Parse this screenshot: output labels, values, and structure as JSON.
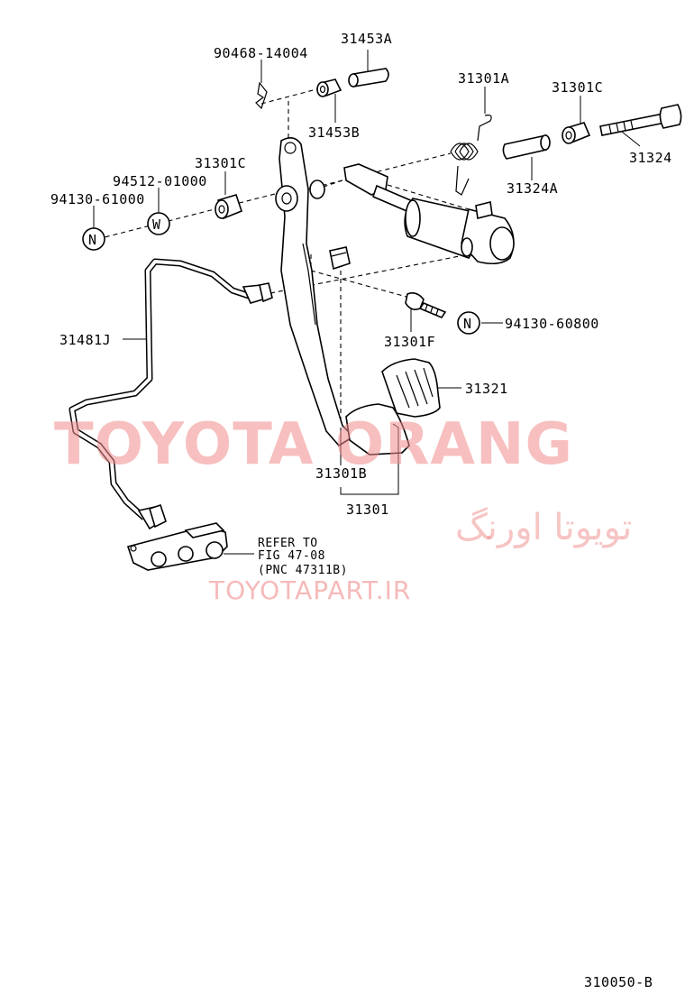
{
  "labels": {
    "p90468": "90468-14004",
    "p31453A": "31453A",
    "p31453B": "31453B",
    "p31301A": "31301A",
    "p31301C_top": "31301C",
    "p31324": "31324",
    "p31324A": "31324A",
    "p31301C_left": "31301C",
    "p94512": "94512-01000",
    "p94130_61000": "94130-61000",
    "p31481J": "31481J",
    "p94130_60800": "94130-60800",
    "p31301F": "31301F",
    "p31321": "31321",
    "p31301B": "31301B",
    "p31301": "31301",
    "refer_line1": "REFER TO",
    "refer_line2": "FIG 47-08",
    "refer_line3": "(PNC 47311B)",
    "symbol_n": "N",
    "symbol_w": "W",
    "figure_code": "310050-B"
  },
  "watermark": {
    "brand": "TOYOTA ORANG",
    "persian": "تویوتا اورنگ",
    "site": "TOYOTAPART.IR",
    "color": "#f08a8a"
  }
}
